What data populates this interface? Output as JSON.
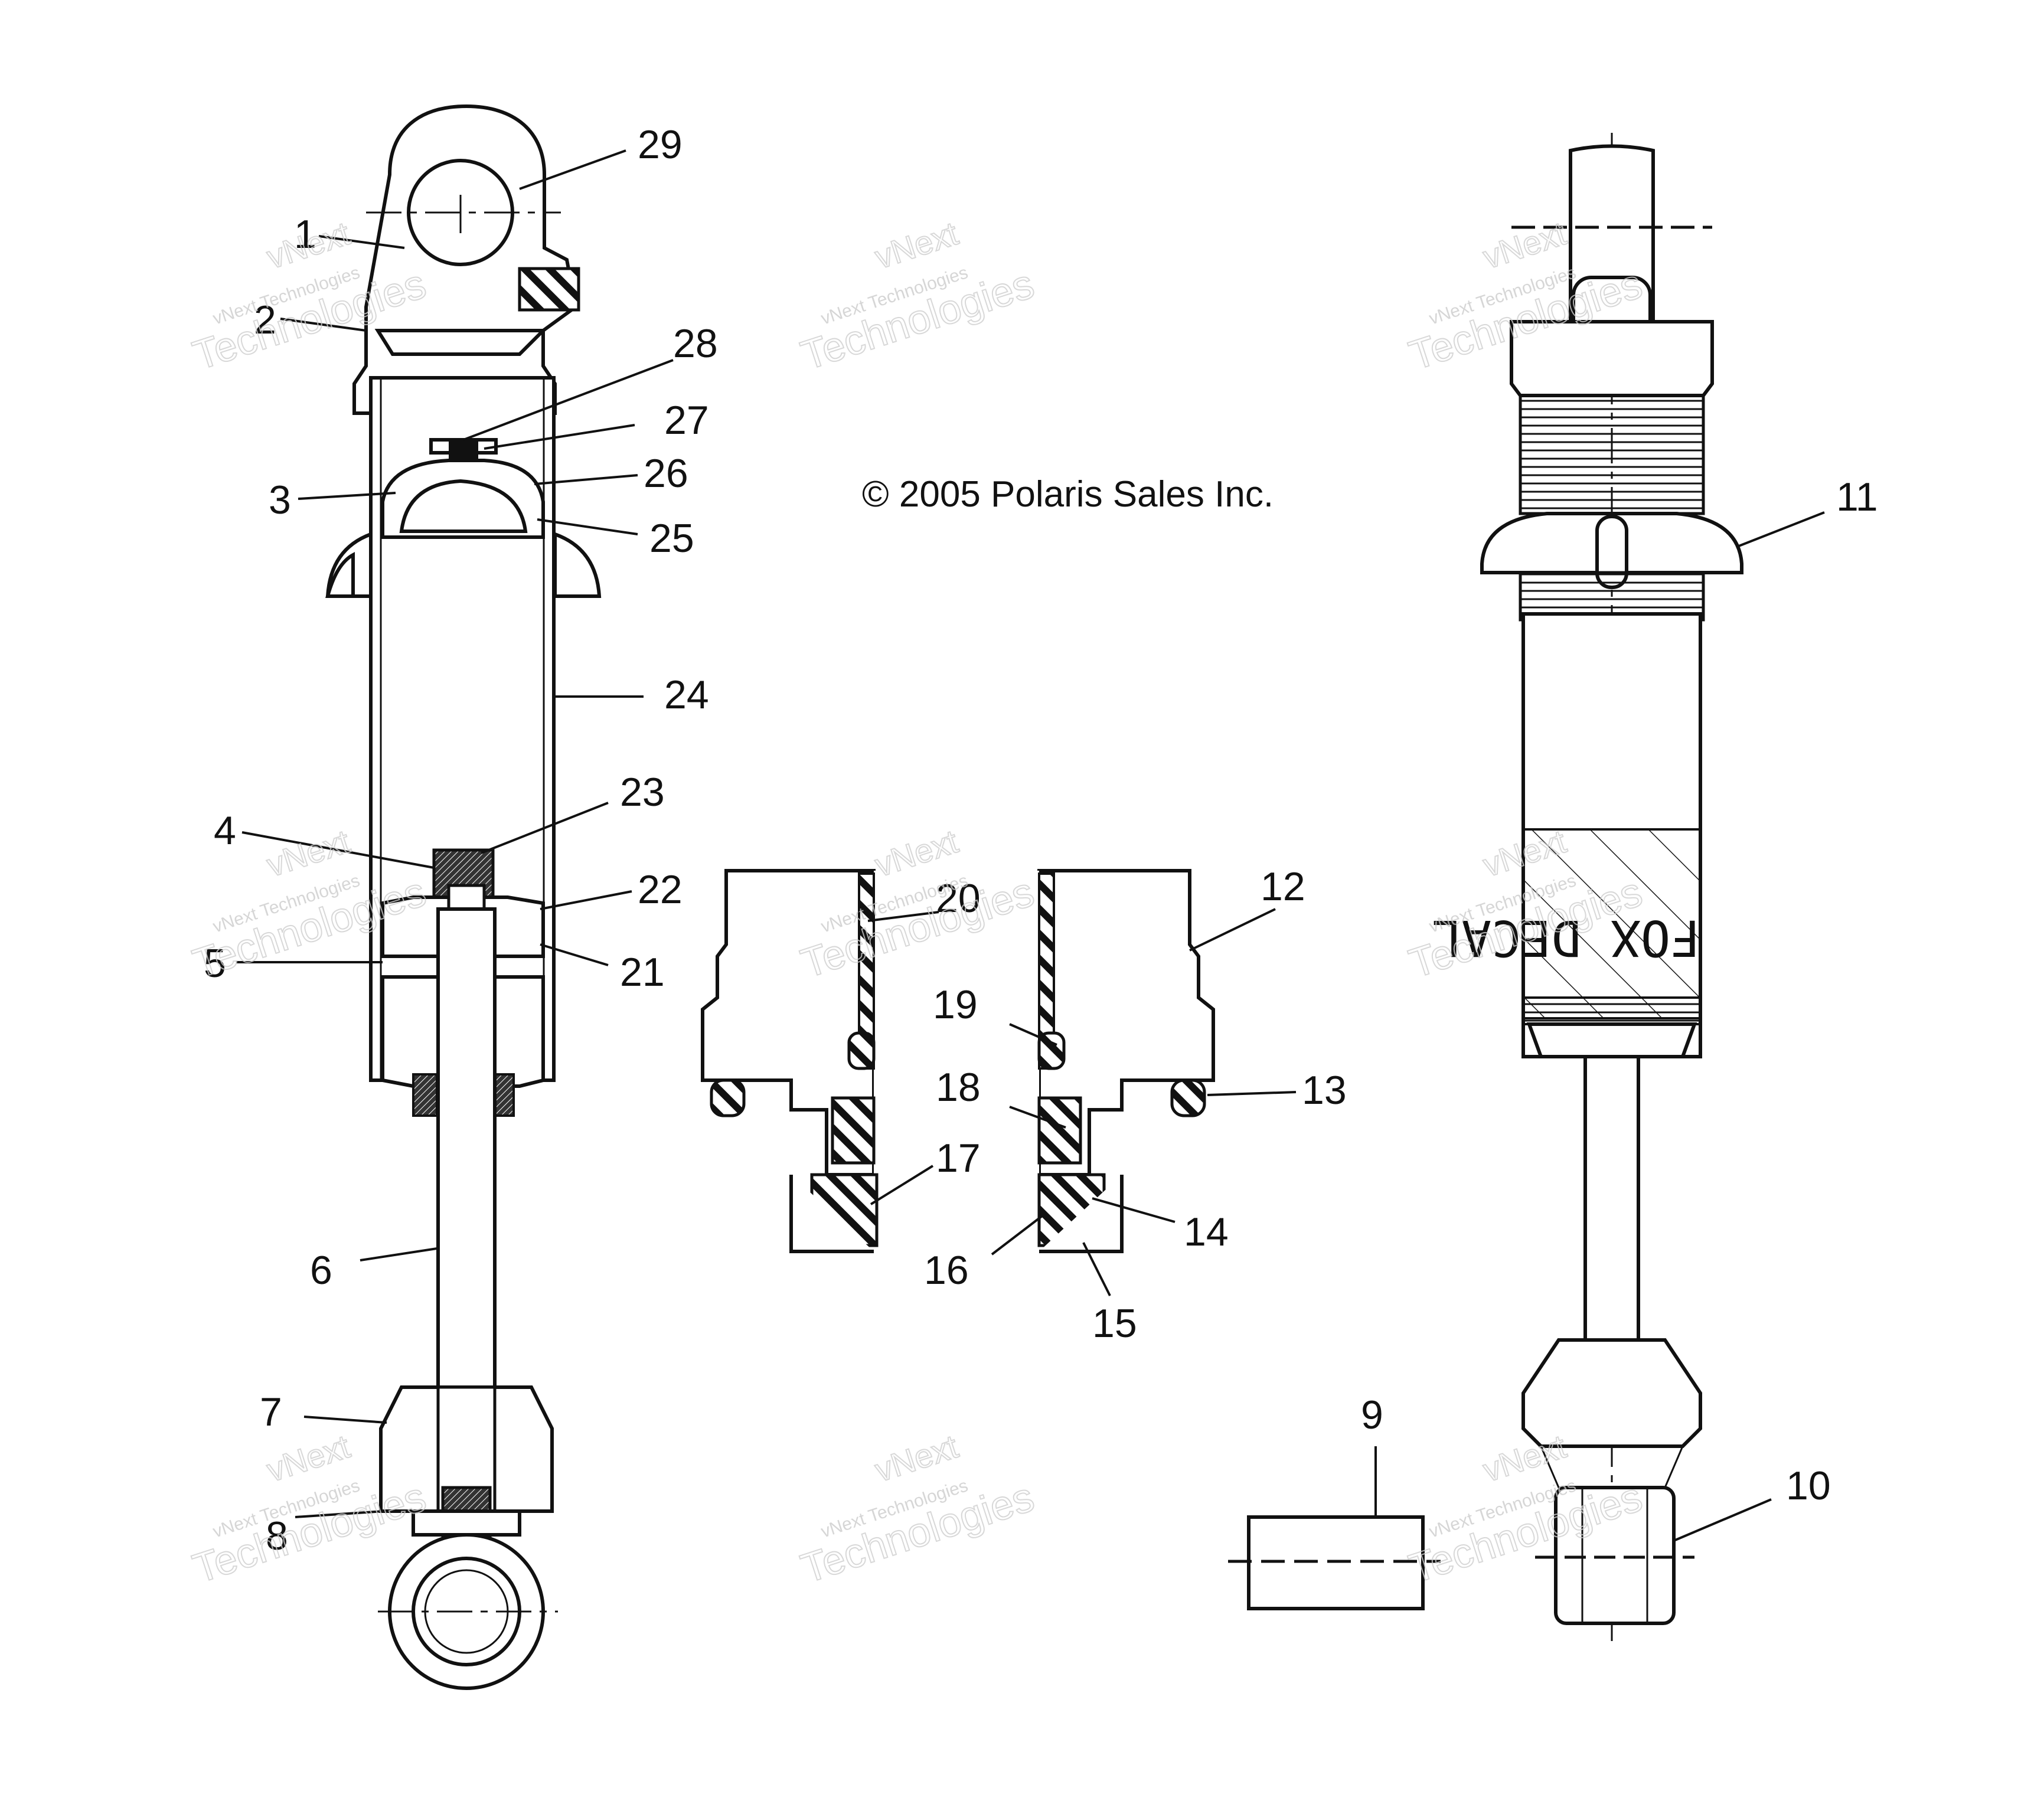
{
  "copyright": "© 2005 Polaris Sales Inc.",
  "decal_text": "FOX DECAL",
  "callouts": [
    "1",
    "2",
    "3",
    "4",
    "5",
    "6",
    "7",
    "8",
    "9",
    "10",
    "11",
    "12",
    "13",
    "14",
    "15",
    "16",
    "17",
    "18",
    "19",
    "20",
    "21",
    "22",
    "23",
    "24",
    "25",
    "26",
    "27",
    "28",
    "29"
  ],
  "watermark": {
    "brand": "vNext",
    "line": "vNext Technologies",
    "big": "Technologies"
  }
}
